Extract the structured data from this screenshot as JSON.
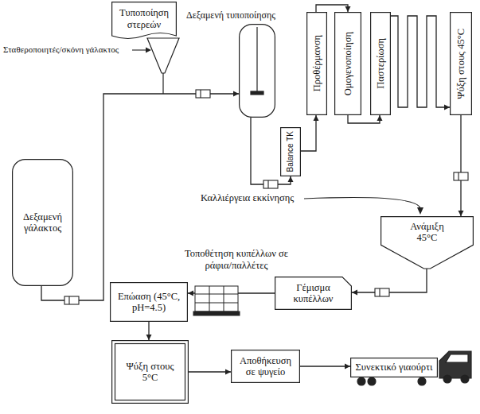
{
  "diagram": {
    "nodes": [
      {
        "text": [
          "Τυποποίηση στερεών"
        ]
      },
      {
        "text": [
          "Δεξαμενή τυποποίησης"
        ]
      },
      {
        "text": [
          "Balance TK"
        ]
      },
      {
        "text": [
          "Προθέρμανση"
        ]
      },
      {
        "text": [
          "Ομογενοποίηση"
        ]
      },
      {
        "text": [
          "Παστερίωση"
        ]
      },
      {
        "text": [
          "Ψύξη στους 45°C"
        ]
      },
      {
        "text": [
          "Δεξαμενή γάλακτος"
        ]
      },
      {
        "text": [
          "Ανάμιξη 45°C"
        ]
      },
      {
        "text": [
          "Γέμισμα κυπέλλων"
        ]
      },
      {
        "text": [
          "Επώαση (45°C, pH=4.5)"
        ]
      },
      {
        "text": [
          "Ψύξη στους 5°C"
        ]
      },
      {
        "text": [
          "Αποθήκευση σε ψυγείο"
        ]
      },
      {
        "text": [
          "Συνεκτικό γιαούρτι"
        ]
      }
    ],
    "edges": [
      {
        "from": 7,
        "to": 1,
        "arrow": "to"
      },
      {
        "from": 1,
        "to": 2,
        "arrow": "to"
      },
      {
        "from": 2,
        "to": 3,
        "arrow": "to"
      },
      {
        "from": 3,
        "to": 4,
        "arrow": "to"
      },
      {
        "from": 4,
        "to": 5,
        "arrow": "to"
      },
      {
        "from": 5,
        "to": 6,
        "arrow": "to"
      },
      {
        "from": 6,
        "to": 8,
        "arrow": "to"
      },
      {
        "from": 8,
        "to": 9,
        "arrow": "to"
      },
      {
        "from": 9,
        "to": 10,
        "arrow": "to"
      },
      {
        "from": 10,
        "to": 11,
        "arrow": "to"
      },
      {
        "from": 11,
        "to": 12,
        "arrow": "to"
      },
      {
        "from": 12,
        "to": 13,
        "arrow": "to"
      }
    ],
    "labels": [
      "Σταθεροποιητές/σκόνη γάλακτος",
      "Καλλιέργεια εκκίνησης",
      "Τοποθέτηση κυπέλλων σε ράφια/παλλέτες"
    ]
  }
}
